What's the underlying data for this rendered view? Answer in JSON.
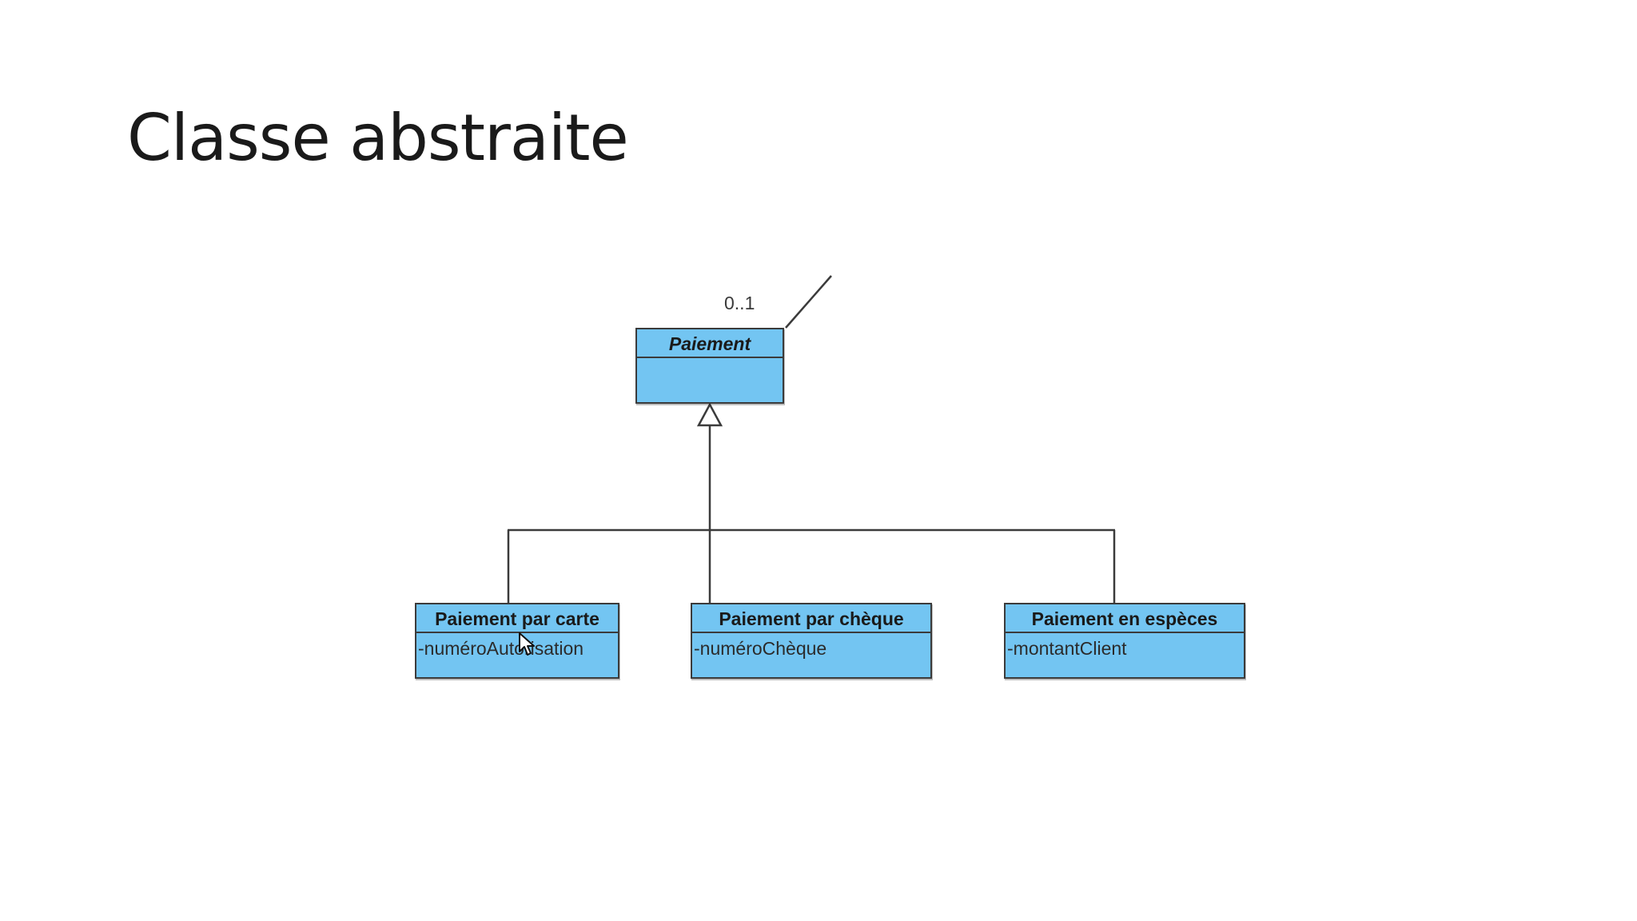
{
  "slide": {
    "title": "Classe abstraite"
  },
  "diagram": {
    "abstract_class": {
      "name": "Paiement",
      "multiplicity": "0..1"
    },
    "subclasses": [
      {
        "name": "Paiement par carte",
        "attribute": "-numéroAutorisation"
      },
      {
        "name": "Paiement par chèque",
        "attribute": "-numéroChèque"
      },
      {
        "name": "Paiement en espèces",
        "attribute": "-montantClient"
      }
    ],
    "colors": {
      "class_fill": "#73c5f2",
      "class_border": "#3b3b3b",
      "line": "#3b3b3b"
    }
  }
}
